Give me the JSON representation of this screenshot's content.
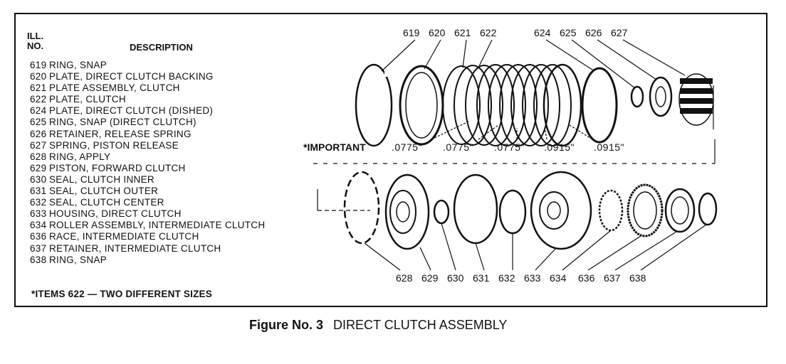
{
  "figure": {
    "number_label": "Figure No. 3",
    "title": "DIRECT CLUTCH ASSEMBLY"
  },
  "legend": {
    "col_ill_line1": "ILL.",
    "col_ill_line2": "NO.",
    "col_description": "DESCRIPTION",
    "items": [
      {
        "no": "619",
        "desc": "RING, SNAP"
      },
      {
        "no": "620",
        "desc": "PLATE, DIRECT CLUTCH BACKING"
      },
      {
        "no": "621",
        "desc": "PLATE ASSEMBLY, CLUTCH"
      },
      {
        "no": "622",
        "desc": "PLATE, CLUTCH"
      },
      {
        "no": "624",
        "desc": "PLATE, DIRECT CLUTCH (DISHED)"
      },
      {
        "no": "625",
        "desc": "RING, SNAP (DIRECT CLUTCH)"
      },
      {
        "no": "626",
        "desc": "RETAINER, RELEASE SPRING"
      },
      {
        "no": "627",
        "desc": "SPRING, PISTON RELEASE"
      },
      {
        "no": "628",
        "desc": "RING, APPLY"
      },
      {
        "no": "629",
        "desc": "PISTON, FORWARD CLUTCH"
      },
      {
        "no": "630",
        "desc": "SEAL, CLUTCH INNER"
      },
      {
        "no": "631",
        "desc": "SEAL, CLUTCH OUTER"
      },
      {
        "no": "632",
        "desc": "SEAL, CLUTCH CENTER"
      },
      {
        "no": "633",
        "desc": "HOUSING, DIRECT CLUTCH"
      },
      {
        "no": "634",
        "desc": "ROLLER ASSEMBLY, INTERMEDIATE CLUTCH"
      },
      {
        "no": "636",
        "desc": "RACE, INTERMEDIATE CLUTCH"
      },
      {
        "no": "637",
        "desc": "RETAINER, INTERMEDIATE CLUTCH"
      },
      {
        "no": "638",
        "desc": "RING, SNAP"
      }
    ],
    "note": "*ITEMS 622 — TWO DIFFERENT SIZES"
  },
  "diagram": {
    "top_callouts": [
      "619",
      "620",
      "621",
      "622",
      "624",
      "625",
      "626",
      "627"
    ],
    "bottom_callouts": [
      "628",
      "629",
      "630",
      "631",
      "632",
      "633",
      "634",
      "636",
      "637",
      "638"
    ],
    "important_label": "*IMPORTANT",
    "measurements": [
      ".0775\"",
      ".0775\"",
      ".0775\"",
      ".0915\"",
      ".0915\""
    ]
  }
}
